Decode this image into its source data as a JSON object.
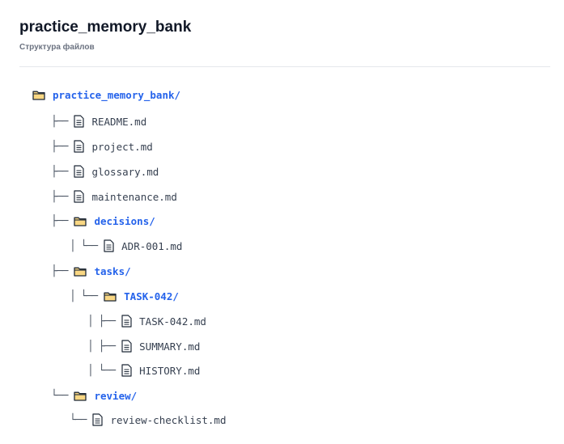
{
  "header": {
    "title": "practice_memory_bank",
    "subtitle": "Структура файлов"
  },
  "icons": {
    "folder": "folder-icon",
    "file": "file-icon"
  },
  "colors": {
    "folder_text": "#2563eb",
    "folder_fill": "#f9d783",
    "folder_stroke": "#1f2937",
    "file_text": "#374151",
    "guide": "#4b5563"
  },
  "tree": [
    {
      "type": "folder",
      "name": "practice_memory_bank/",
      "prefix": ""
    },
    {
      "type": "file",
      "name": "README.md",
      "prefix": "├──"
    },
    {
      "type": "file",
      "name": "project.md",
      "prefix": "├──"
    },
    {
      "type": "file",
      "name": "glossary.md",
      "prefix": "├──"
    },
    {
      "type": "file",
      "name": "maintenance.md",
      "prefix": "├──"
    },
    {
      "type": "folder",
      "name": "decisions/",
      "prefix": "├──"
    },
    {
      "type": "file",
      "name": "ADR-001.md",
      "prefix": "│ └──"
    },
    {
      "type": "folder",
      "name": "tasks/",
      "prefix": "├──"
    },
    {
      "type": "folder",
      "name": "TASK-042/",
      "prefix": "│ └──"
    },
    {
      "type": "file",
      "name": "TASK-042.md",
      "prefix": "│ ├──"
    },
    {
      "type": "file",
      "name": "SUMMARY.md",
      "prefix": "│ ├──"
    },
    {
      "type": "file",
      "name": "HISTORY.md",
      "prefix": "│ └──"
    },
    {
      "type": "folder",
      "name": "review/",
      "prefix": "└──"
    },
    {
      "type": "file",
      "name": "review-checklist.md",
      "prefix": "└──"
    }
  ]
}
